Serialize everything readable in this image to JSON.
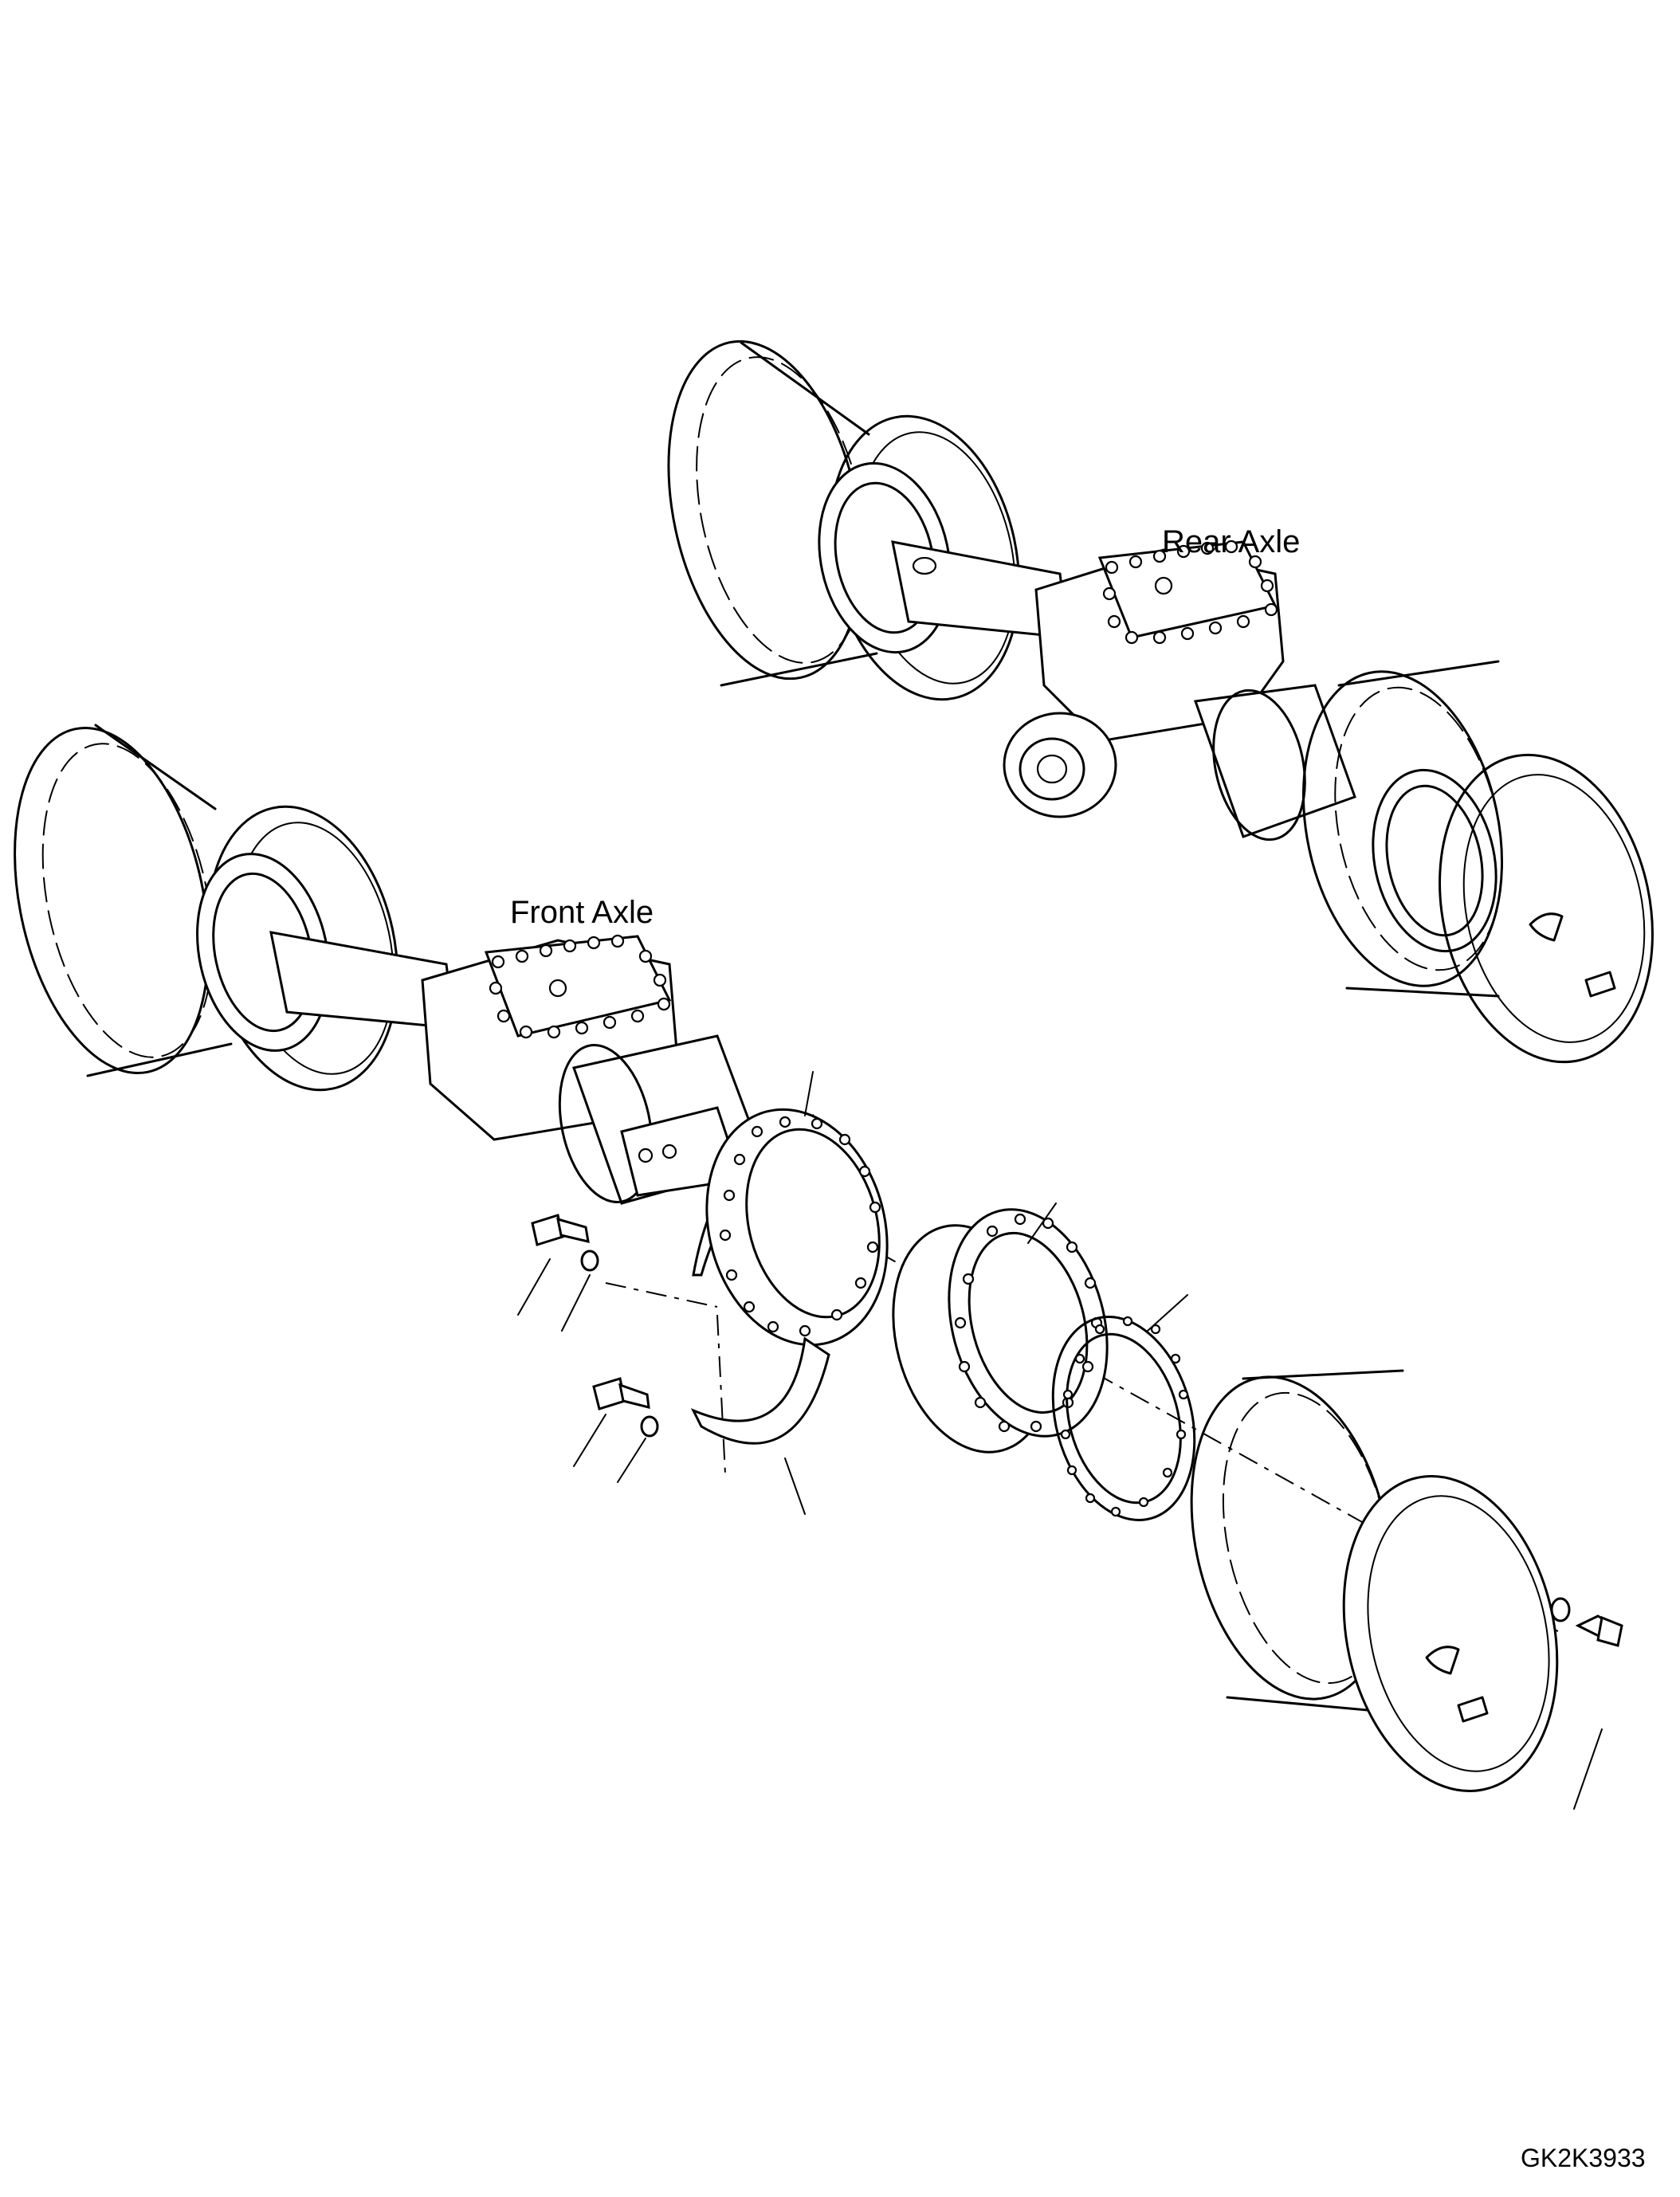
{
  "labels": {
    "rear_axle": "Rear Axle",
    "front_axle": "Front Axle",
    "drawing_code": "GK2K3933"
  }
}
